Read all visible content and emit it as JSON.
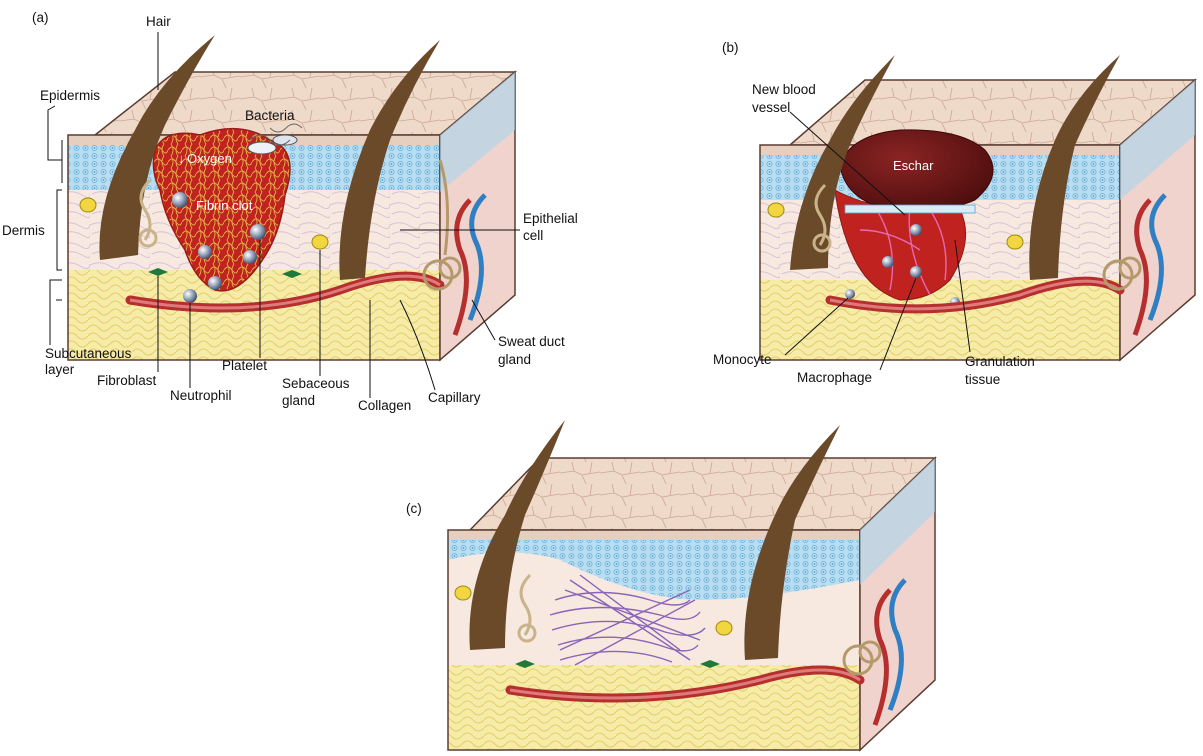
{
  "panels": {
    "a": {
      "tag": "(a)"
    },
    "b": {
      "tag": "(b)"
    },
    "c": {
      "tag": "(c)"
    }
  },
  "labels_a": {
    "hair": "Hair",
    "epidermis": "Epidermis",
    "dermis": "Dermis",
    "subcutaneous_1": "Subcutaneous",
    "subcutaneous_2": "layer",
    "bacteria": "Bacteria",
    "oxygen": "Oxygen",
    "fibrin_clot": "Fibrin clot",
    "epithelial_1": "Epithelial",
    "epithelial_2": "cell",
    "sweat_1": "Sweat duct",
    "sweat_2": "gland",
    "fibroblast": "Fibroblast",
    "neutrophil": "Neutrophil",
    "platelet": "Platelet",
    "sebaceous_1": "Sebaceous",
    "sebaceous_2": "gland",
    "collagen": "Collagen",
    "capillary": "Capillary"
  },
  "labels_b": {
    "new_blood_1": "New blood",
    "new_blood_2": "vessel",
    "eschar": "Eschar",
    "monocyte": "Monocyte",
    "macrophage": "Macrophage",
    "granulation_1": "Granulation",
    "granulation_2": "tissue"
  },
  "colors": {
    "epidermis_top": "#ead2c2",
    "dermis": "#f7e8e0",
    "basal_blue": "#a9d6ee",
    "fat": "#f6e79a",
    "clot": "#c0231f",
    "eschar": "#6b1414",
    "hair": "#6b4a2a",
    "vessel_red": "#c23b3b",
    "vessel_blue": "#2f7fc2",
    "collagen_purple": "#8a64b8"
  }
}
